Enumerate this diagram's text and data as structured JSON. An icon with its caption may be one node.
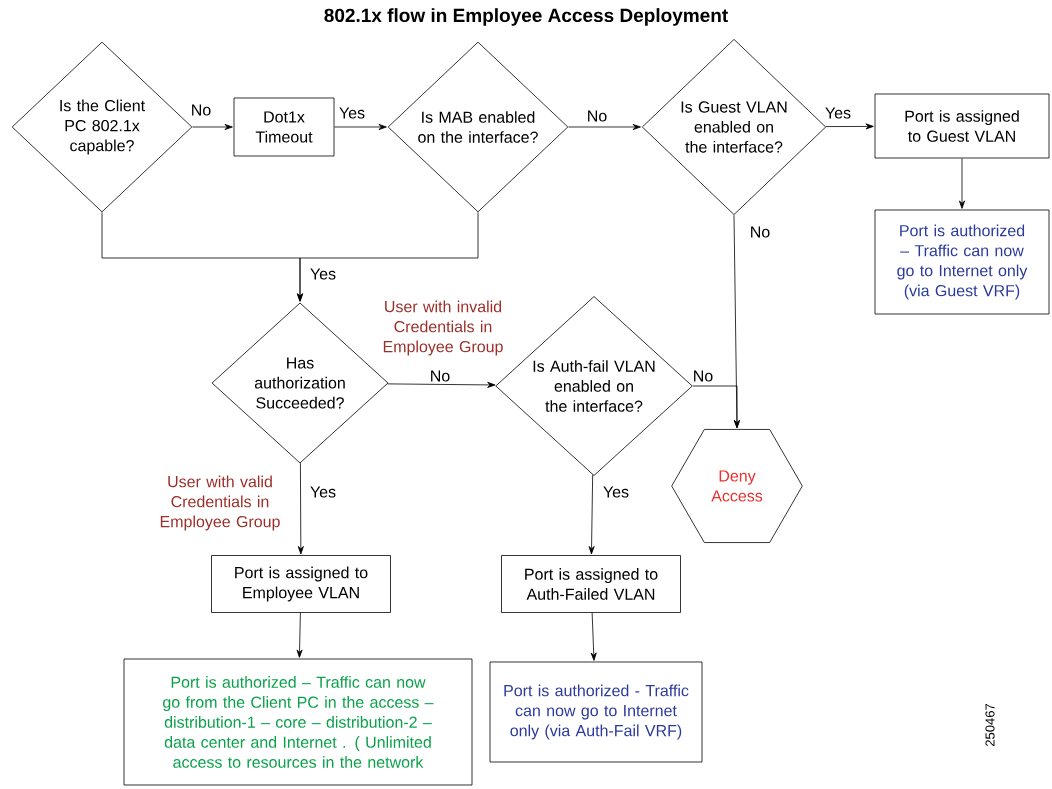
{
  "diagram": {
    "title": "802.1x flow in Employee Access Deployment",
    "nodes": [
      {
        "text": [
          "Is the Client PC 802.1x capable?"
        ]
      },
      {
        "text": [
          "Dot1x Timeout"
        ]
      },
      {
        "text": [
          "Is MAB enabled on the interface?"
        ]
      },
      {
        "text": [
          "Is Guest VLAN enabled on the interface?"
        ]
      },
      {
        "text": [
          "Port is assigned to Guest VLAN"
        ]
      },
      {
        "text": [
          "Port is authorized – Traffic can now go to Internet only (via Guest VRF)"
        ]
      },
      {
        "text": [
          "Has authorization Succeeded?"
        ]
      },
      {
        "text": [
          "Is Auth-fail VLAN enabled on the interface?"
        ]
      },
      {
        "text": [
          "Deny Access"
        ]
      },
      {
        "text": [
          "Port is assigned to Employee VLAN"
        ]
      },
      {
        "text": [
          "Port is authorized – Traffic can now go from the Client PC in the access – distribution-1 – core – distribution-2 – data center and Internet . ( Unlimited access to resources in the network"
        ]
      },
      {
        "text": [
          "Port is assigned to Auth-Failed VLAN"
        ]
      },
      {
        "text": [
          "Port is authorized - Traffic can now go to Internet only (via Auth-Fail VRF)"
        ]
      }
    ],
    "edges": [
      {
        "from": 0,
        "to": 1,
        "arrow": "to",
        "label": "No"
      },
      {
        "from": 1,
        "to": 2,
        "arrow": "to",
        "label": "Yes"
      },
      {
        "from": 2,
        "to": 3,
        "arrow": "to",
        "label": "No"
      },
      {
        "from": 3,
        "to": 4,
        "arrow": "to",
        "label": "Yes"
      },
      {
        "from": 4,
        "to": 5,
        "arrow": "to"
      },
      {
        "from": 0,
        "to": 6,
        "arrow": "to",
        "label": "Yes"
      },
      {
        "from": 2,
        "to": 6,
        "arrow": "to"
      },
      {
        "from": 6,
        "to": 7,
        "arrow": "to",
        "label": "No"
      },
      {
        "from": 6,
        "to": 9,
        "arrow": "to",
        "label": "Yes"
      },
      {
        "from": 3,
        "to": 8,
        "arrow": "to",
        "label": "No"
      },
      {
        "from": 7,
        "to": 8,
        "arrow": "to",
        "label": "No"
      },
      {
        "from": 7,
        "to": 11,
        "arrow": "to",
        "label": "Yes"
      },
      {
        "from": 9,
        "to": 10,
        "arrow": "to"
      },
      {
        "from": 11,
        "to": 12,
        "arrow": "to"
      }
    ],
    "labels": [
      "User with invalid Credentials in Employee Group",
      "User with valid Credentials in Employee Group",
      "250467"
    ]
  }
}
